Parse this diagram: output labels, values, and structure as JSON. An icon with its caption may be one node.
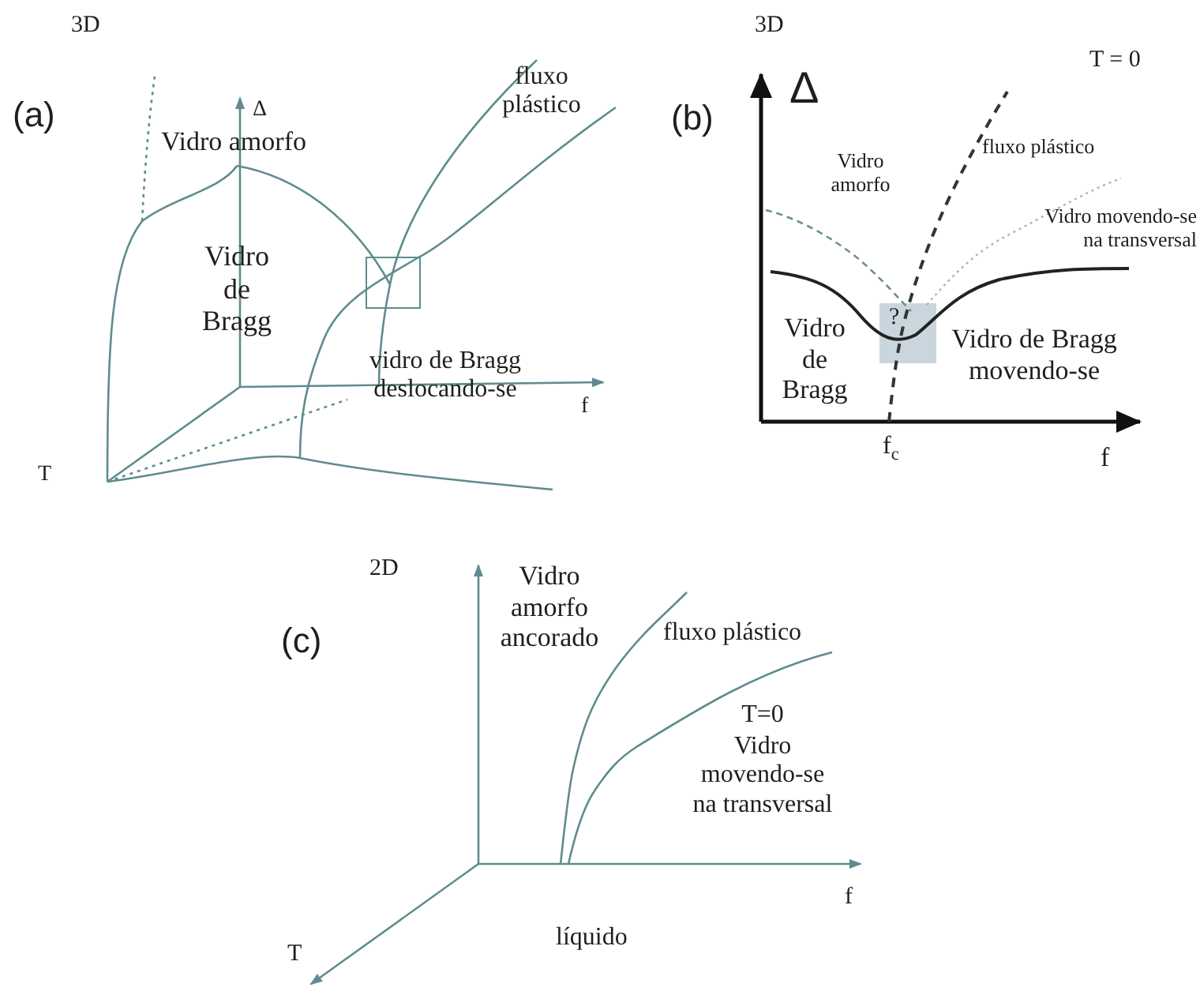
{
  "diagram": {
    "labels": [
      "3D",
      "(a)",
      "Δ",
      "Vidro amorfo",
      "fluxo plástico",
      "Vidro de Bragg",
      "vidro de Bragg deslocando-se",
      "f",
      "T",
      "3D",
      "(b)",
      "Δ",
      "T = 0",
      "Vidro amorfo",
      "fluxo plástico",
      "Vidro movendo-se na transversal",
      "?",
      "Vidro de Bragg",
      "Vidro de Bragg movendo-se",
      "f$_{c}$",
      "f",
      "2D",
      "(c)",
      "Vidro amorfo ancorado",
      "fluxo plástico",
      "T=0",
      "Vidro movendo-se na transversal",
      "f",
      "líquido",
      "T"
    ]
  }
}
